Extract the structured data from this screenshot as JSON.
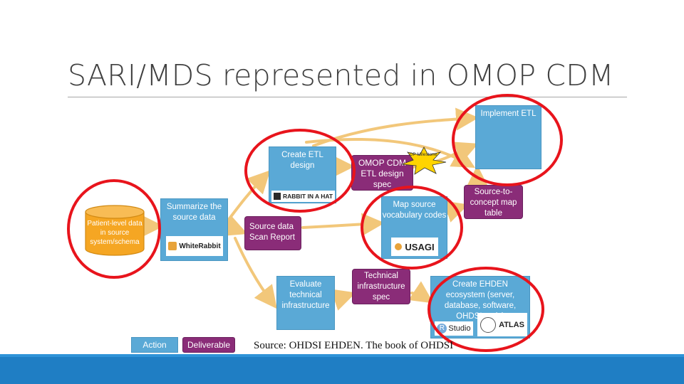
{
  "title": "SARI/MDS represented in OMOP CDM",
  "source_note": "Source: OHDSI EHDEN. The book of OHDSI",
  "nodes": {
    "patient_data": "Patient-level data in source system/schema",
    "summarize": "Summarize the source data",
    "scan_report": "Source data Scan Report",
    "create_etl": "Create ETL design",
    "omop_spec": "OMOP CDM ETL design spec",
    "milestone": "DP Milestone",
    "implement_etl": "Implement ETL",
    "map_table": "Source-to-concept map table",
    "map_vocab": "Map source vocabulary codes",
    "evaluate_infra": "Evaluate technical infrastructure",
    "tech_spec": "Technical infrastructure spec",
    "ehden_ecosystem": "Create EHDEN ecosystem (server, database, software, OHDSI tools)"
  },
  "logos": {
    "white_rabbit": "WhiteRabbit",
    "rabbit_in_a_hat": "RABBIT IN A HAT",
    "usagi": "USAGI",
    "rstudio": "Studio",
    "rstudio_r": "R",
    "atlas": "ATLAS"
  },
  "legend": {
    "action": "Action",
    "deliverable": "Deliverable"
  },
  "colors": {
    "action": "#5aa9d6",
    "deliverable": "#8a2c78",
    "cylinder": "#f5a623",
    "arrow": "#f2c77a",
    "highlight": "#e8141c",
    "bottom_bar": "#1f7ec4"
  }
}
